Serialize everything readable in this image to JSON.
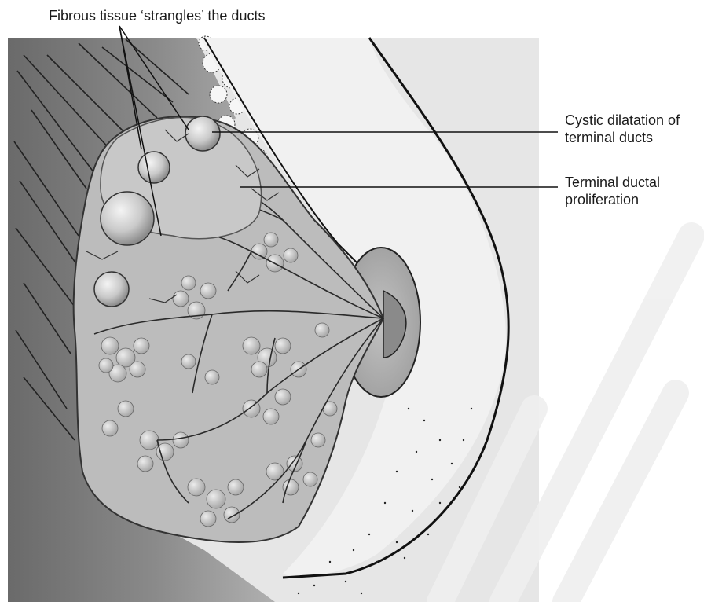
{
  "labels": {
    "fibrous": "Fibrous tissue ‘strangles’ the ducts",
    "cystic_line1": "Cystic dilatation of",
    "cystic_line2": "terminal ducts",
    "terminal_line1": "Terminal ductal",
    "terminal_line2": "proliferation"
  },
  "colors": {
    "background_panel": "#e6e6e6",
    "chest_wall_dark": "#5e5e5e",
    "gland": "#b9b9b9",
    "skin_line": "#111111",
    "watermark": "#efefef"
  }
}
